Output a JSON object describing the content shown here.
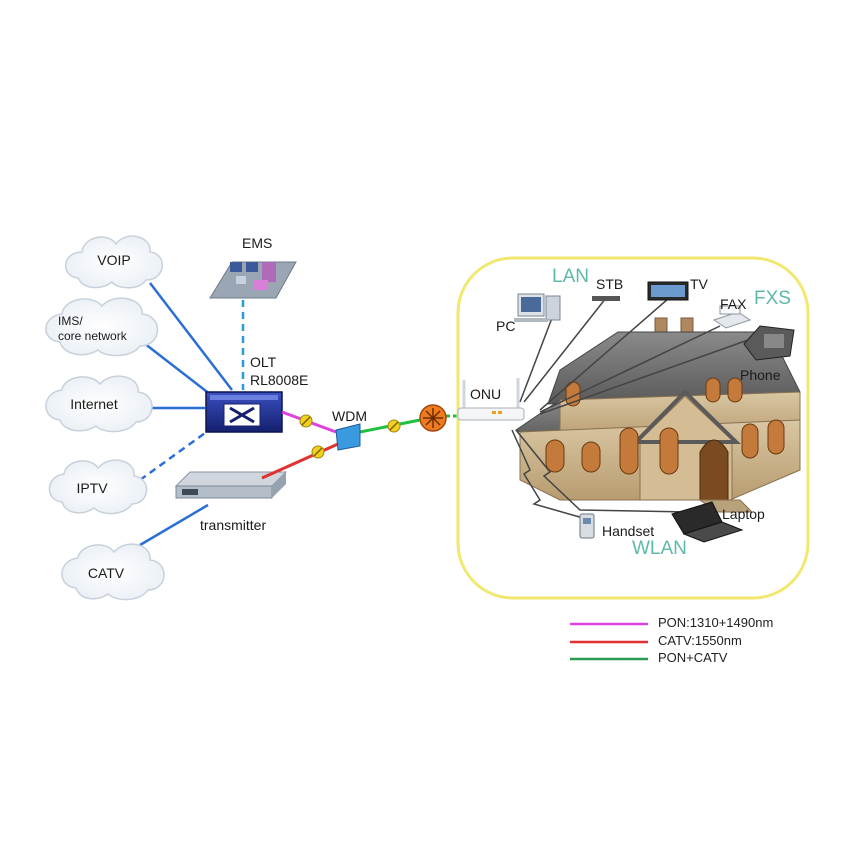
{
  "clouds": {
    "voip": "VOIP",
    "ims_line1": "IMS/",
    "ims_line2": "core network",
    "internet": "Internet",
    "iptv": "IPTV",
    "catv": "CATV"
  },
  "devices": {
    "ems": "EMS",
    "olt_line1": "OLT",
    "olt_line2": "RL8008E",
    "transmitter": "transmitter",
    "wdm": "WDM",
    "onu": "ONU"
  },
  "home": {
    "lan": "LAN",
    "stb": "STB",
    "tv": "TV",
    "pc": "PC",
    "fax": "FAX",
    "fxs": "FXS",
    "phone": "Phone",
    "handset": "Handset",
    "laptop": "Laptop",
    "wlan": "WLAN"
  },
  "legend": [
    {
      "label": "PON:1310+1490nm",
      "color": "#e040e0"
    },
    {
      "label": "CATV:1550nm",
      "color": "#e03030"
    },
    {
      "label": "PON+CATV",
      "color": "#2a9a50"
    }
  ],
  "colors": {
    "link_blue": "#2b6fd6",
    "pon_magenta": "#e040e0",
    "catv_red": "#e03030",
    "pon_catv_green": "#22c040",
    "home_border": "#f0e870"
  }
}
